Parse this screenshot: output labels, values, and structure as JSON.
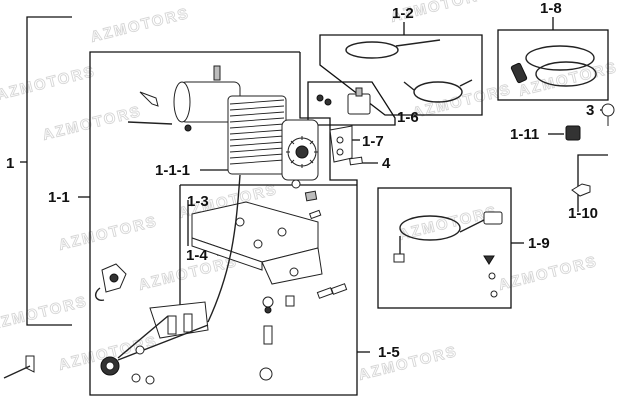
{
  "watermark_text": "AZMOTORS",
  "callouts": {
    "c1": "1",
    "c1_1": "1-1",
    "c1_1_1": "1-1-1",
    "c1_2": "1-2",
    "c1_3": "1-3",
    "c1_4": "1-4",
    "c1_5": "1-5",
    "c1_6": "1-6",
    "c1_7": "1-7",
    "c1_8": "1-8",
    "c1_9": "1-9",
    "c1_10": "1-10",
    "c1_11": "1-11",
    "c3": "3",
    "c4": "4"
  }
}
